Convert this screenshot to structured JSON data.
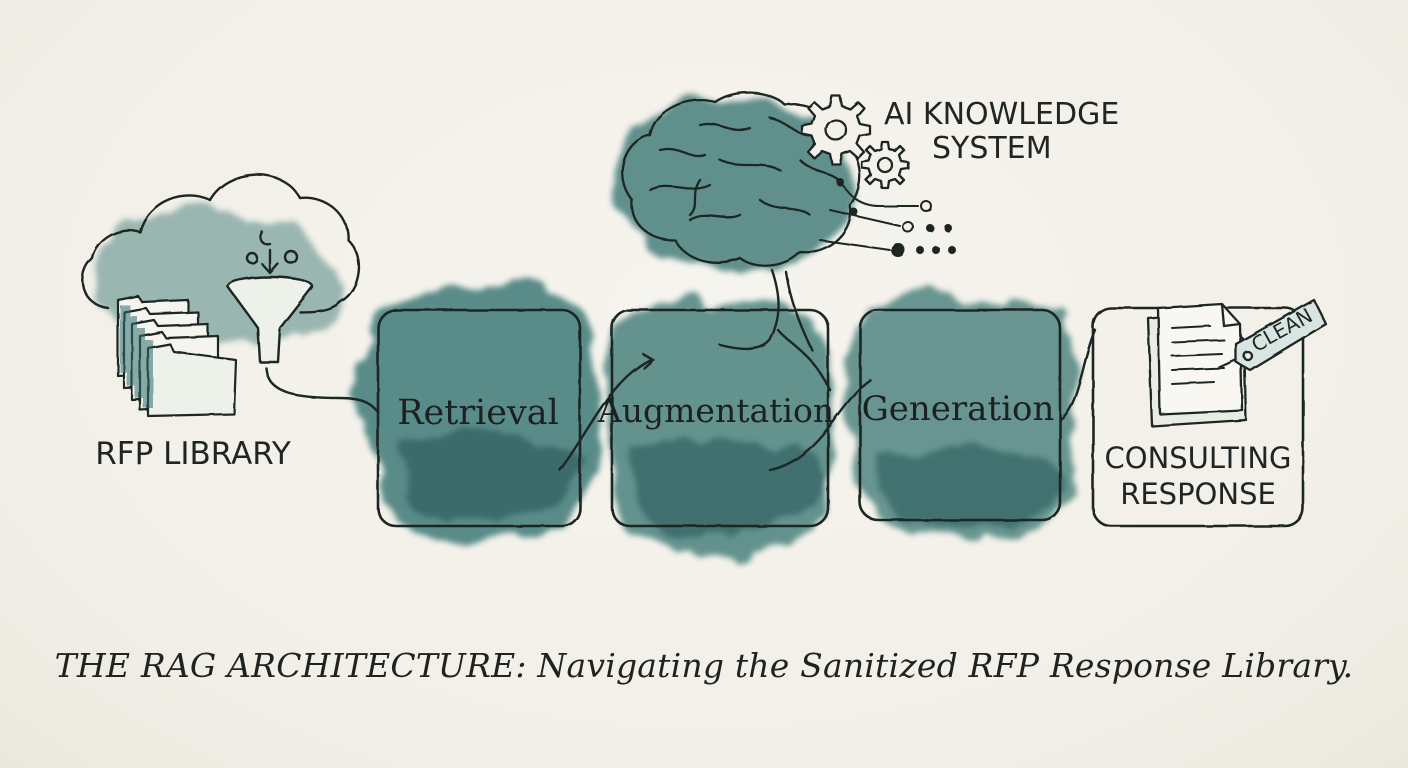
{
  "colors": {
    "ink": "#1f2524",
    "wash": "#2f6f6d",
    "wash_dark": "#1f5655",
    "paper": "#f3f1ea"
  },
  "source": {
    "label": "RFP LIBRARY",
    "icons": [
      "cloud-icon",
      "folder-stack-icon",
      "funnel-icon"
    ]
  },
  "stages": [
    {
      "label": "Retrieval"
    },
    {
      "label": "Augmentation"
    },
    {
      "label": "Generation"
    }
  ],
  "knowledge": {
    "label_line1": "AI KNOWLEDGE",
    "label_line2": "SYSTEM",
    "icons": [
      "brain-icon",
      "gear-icon",
      "circuit-icon"
    ]
  },
  "output": {
    "label_line1": "CONSULTING",
    "label_line2": "RESPONSE",
    "tag": "CLEAN",
    "icons": [
      "document-icon",
      "tag-icon"
    ]
  },
  "caption": "THE RAG ARCHITECTURE: Navigating the Sanitized RFP Response Library."
}
